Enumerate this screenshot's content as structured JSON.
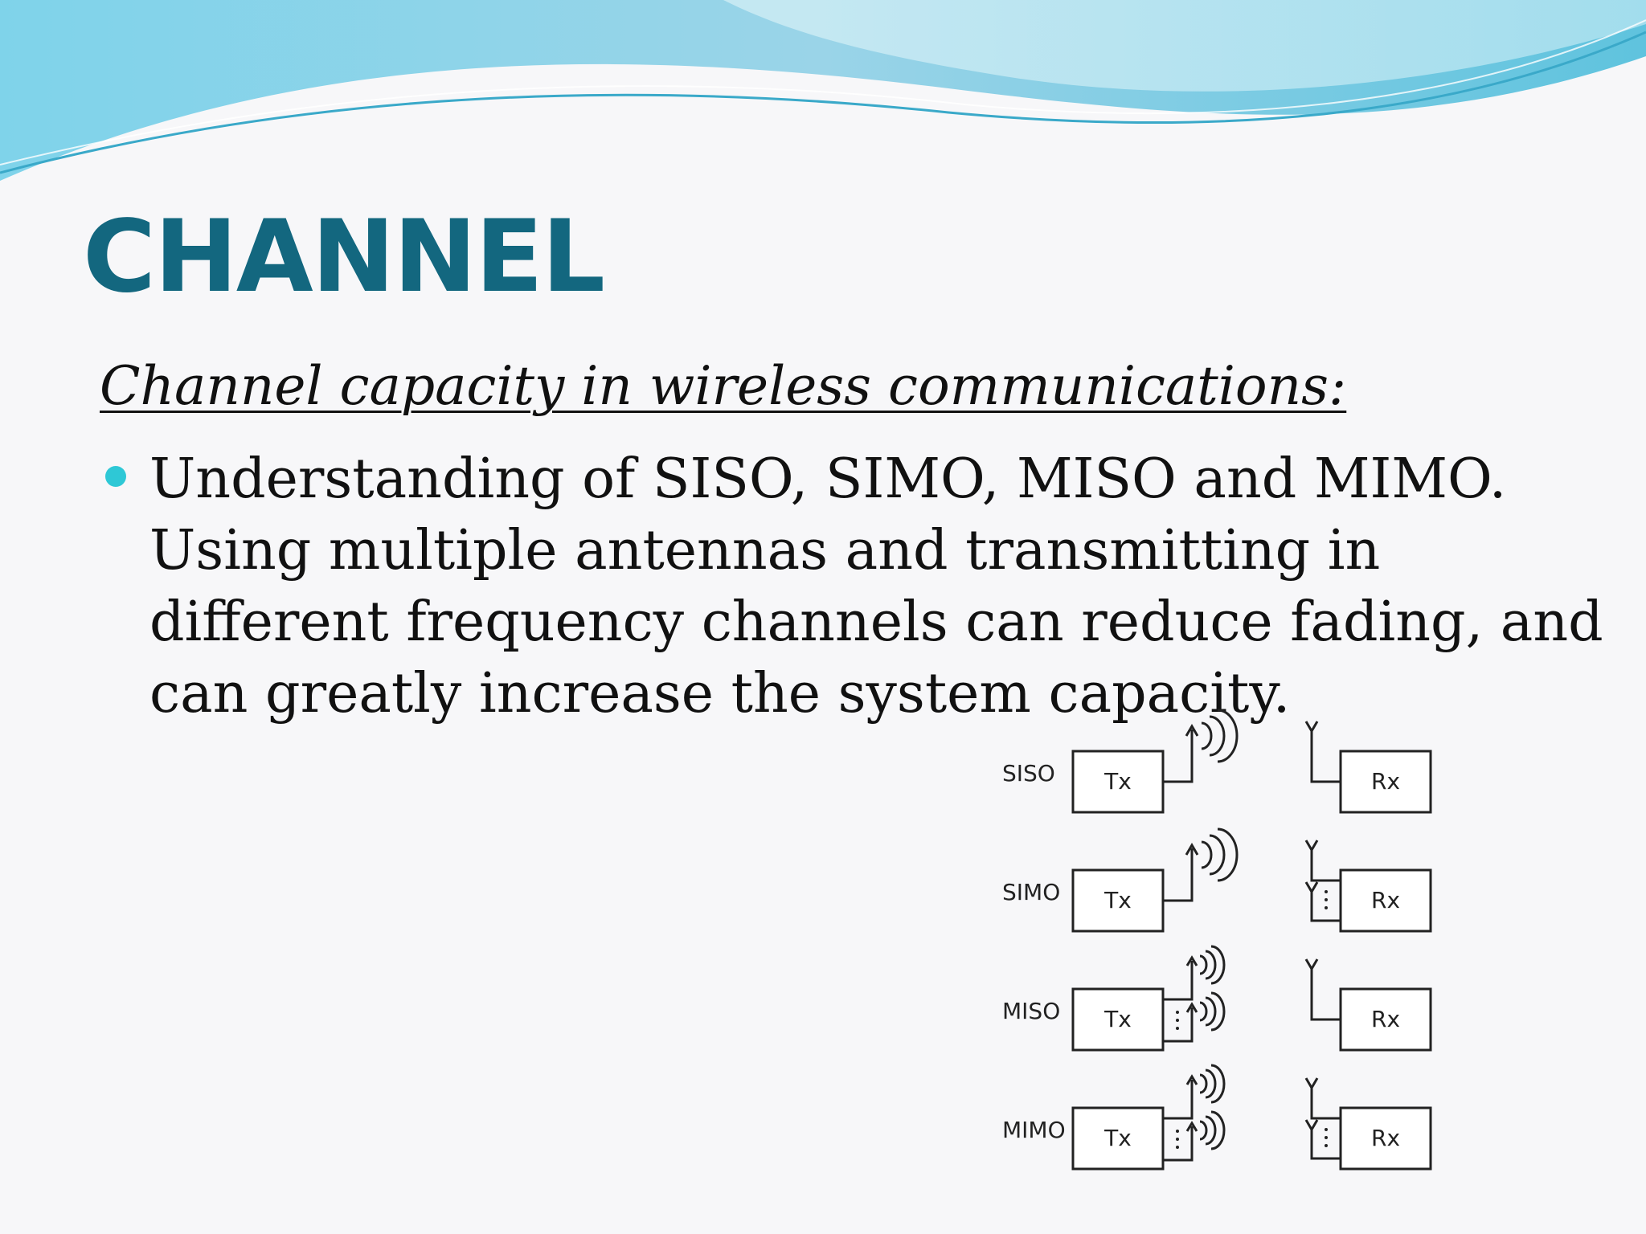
{
  "slide": {
    "title": "CHANNEL",
    "subtitle": "Channel capacity in wireless communications:",
    "bullets": [
      "Understanding of SISO, SIMO, MISO and MIMO. Using multiple antennas and transmitting in different frequency channels can reduce fading, and can greatly increase the system capacity."
    ]
  },
  "diagram": {
    "rows": [
      {
        "label": "SISO",
        "tx": "Tx",
        "rx": "Rx"
      },
      {
        "label": "SIMO",
        "tx": "Tx",
        "rx": "Rx"
      },
      {
        "label": "MISO",
        "tx": "Tx",
        "rx": "Rx"
      },
      {
        "label": "MIMO",
        "tx": "Tx",
        "rx": "Rx"
      }
    ]
  },
  "colors": {
    "title": "#13677f",
    "bullet": "#2ec8d6",
    "wave_light": "#8fd6ea",
    "wave_dark": "#3aa9c9"
  }
}
